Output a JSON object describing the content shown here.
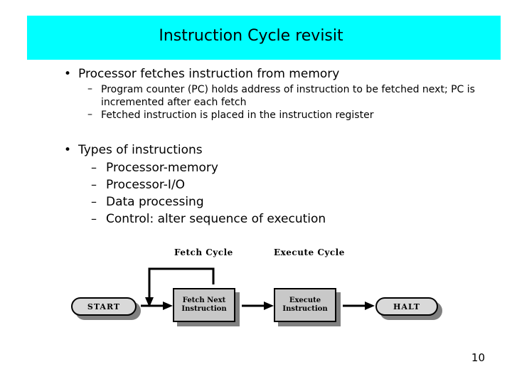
{
  "slide": {
    "title": "Instruction Cycle revisit",
    "title_bg": "#00ffff",
    "page_number": "10",
    "bullets": [
      {
        "bullet_glyph": "•",
        "text": "Processor fetches instruction from memory",
        "sub": [
          {
            "dash": "–",
            "text": "Program counter (PC) holds address of instruction to be fetched next; PC is incremented after each fetch"
          },
          {
            "dash": "–",
            "text": "Fetched instruction is placed in the instruction register"
          }
        ]
      },
      {
        "bullet_glyph": "•",
        "text": "Types of instructions",
        "sub": [
          {
            "dash": "–",
            "text": "Processor-memory"
          },
          {
            "dash": "–",
            "text": "Processor-I/O"
          },
          {
            "dash": "–",
            "text": "Data processing"
          },
          {
            "dash": "–",
            "text": "Control: alter sequence of execution"
          }
        ]
      }
    ]
  },
  "diagram": {
    "fetch_cycle_label": "Fetch Cycle",
    "execute_cycle_label": "Execute Cycle",
    "start_label": "START",
    "halt_label": "HALT",
    "fetch_box_line1": "Fetch Next",
    "fetch_box_line2": "Instruction",
    "execute_box_line1": "Execute",
    "execute_box_line2": "Instruction",
    "box_fill": "#c8c8c8",
    "pill_fill": "#d9d9d9",
    "shadow_color": "#808080"
  }
}
